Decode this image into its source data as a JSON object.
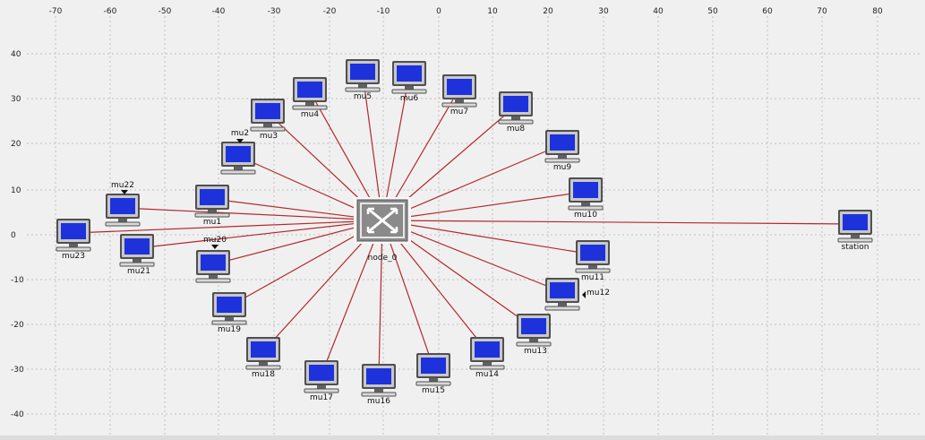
{
  "canvas": {
    "x_ticks": [
      "-70",
      "-60",
      "-50",
      "-40",
      "-30",
      "-20",
      "-10",
      "0",
      "10",
      "20",
      "30",
      "40",
      "50",
      "60",
      "70",
      "80"
    ],
    "y_ticks": [
      "40",
      "30",
      "20",
      "10",
      "0",
      "-10",
      "-20",
      "-30",
      "-40"
    ],
    "grid": "dotted"
  },
  "colors": {
    "link": "#b4282c",
    "screen": "#1e32dc",
    "monitor": "#c8c8c8",
    "grid": "#c0c0c0"
  },
  "hub": {
    "label": "node_0",
    "icon": "switch-icon"
  },
  "nodes": [
    {
      "id": "mu1",
      "label": "mu1"
    },
    {
      "id": "mu2",
      "label": "mu2"
    },
    {
      "id": "mu3",
      "label": "mu3"
    },
    {
      "id": "mu4",
      "label": "mu4"
    },
    {
      "id": "mu5",
      "label": "mu5"
    },
    {
      "id": "mu6",
      "label": "mu6"
    },
    {
      "id": "mu7",
      "label": "mu7"
    },
    {
      "id": "mu8",
      "label": "mu8"
    },
    {
      "id": "mu9",
      "label": "mu9"
    },
    {
      "id": "mu10",
      "label": "mu10"
    },
    {
      "id": "mu11",
      "label": "mu11"
    },
    {
      "id": "mu12",
      "label": "mu12"
    },
    {
      "id": "mu13",
      "label": "mu13"
    },
    {
      "id": "mu14",
      "label": "mu14"
    },
    {
      "id": "mu15",
      "label": "mu15"
    },
    {
      "id": "mu16",
      "label": "mu16"
    },
    {
      "id": "mu17",
      "label": "mu17"
    },
    {
      "id": "mu18",
      "label": "mu18"
    },
    {
      "id": "mu19",
      "label": "mu19"
    },
    {
      "id": "mu20",
      "label": "mu20"
    },
    {
      "id": "mu21",
      "label": "mu21"
    },
    {
      "id": "mu22",
      "label": "mu22"
    },
    {
      "id": "mu23",
      "label": "mu23"
    },
    {
      "id": "station",
      "label": "station"
    }
  ]
}
